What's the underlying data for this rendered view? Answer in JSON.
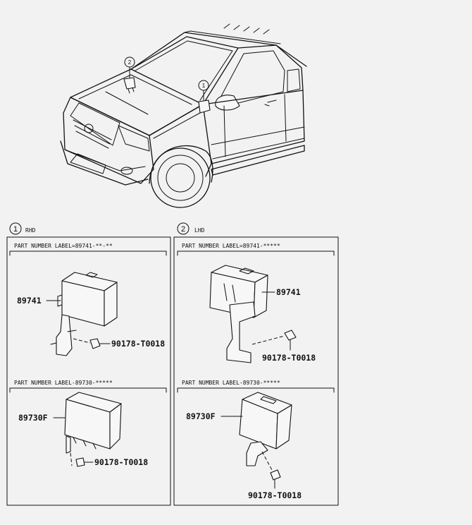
{
  "callouts": {
    "one": "1",
    "two": "2"
  },
  "panels": {
    "rhd": {
      "number": "1",
      "side_label": "RHD",
      "upper": {
        "part_label": "PART NUMBER LABEL=89741-**-**",
        "part": "89741",
        "fastener": "90178-T0018"
      },
      "lower": {
        "part_label": "PART NUMBER LABEL-89730-*****",
        "part": "89730F",
        "fastener": "90178-T0018"
      }
    },
    "lhd": {
      "number": "2",
      "side_label": "LHD",
      "upper": {
        "part_label": "PART NUMBER LABEL=89741-*****",
        "part": "89741",
        "fastener": "90178-T0018"
      },
      "lower": {
        "part_label": "PART NUMBER LABEL-89730-*****",
        "part": "89730F",
        "fastener": "90178-T0018"
      }
    }
  }
}
